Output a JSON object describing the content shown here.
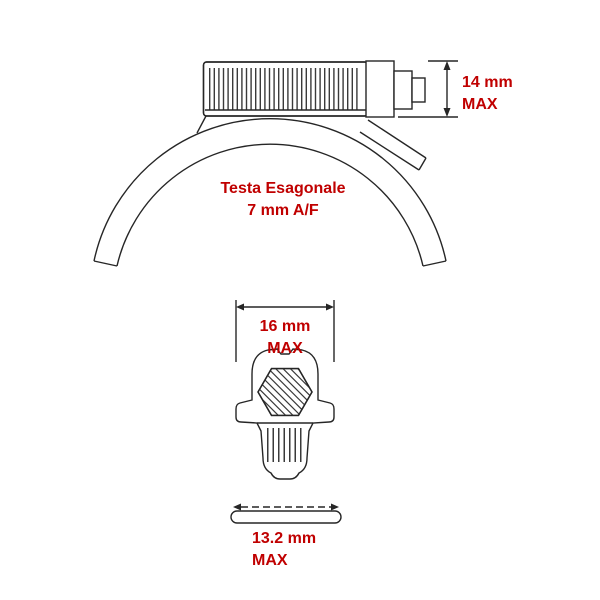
{
  "diagram": {
    "type": "technical-drawing",
    "subject": "worm-drive-hose-clamp",
    "annotations": {
      "height_dim": {
        "line1": "14 mm",
        "line2": "MAX"
      },
      "head": {
        "line1": "Testa Esagonale",
        "line2": "7 mm A/F"
      },
      "width_dim": {
        "line1": "16 mm",
        "line2": "MAX"
      },
      "band_dim": {
        "line1": "13.2 mm",
        "line2": "MAX"
      }
    },
    "colors": {
      "annotation_red": "#c00000",
      "line": "#262626",
      "background": "#ffffff"
    }
  }
}
